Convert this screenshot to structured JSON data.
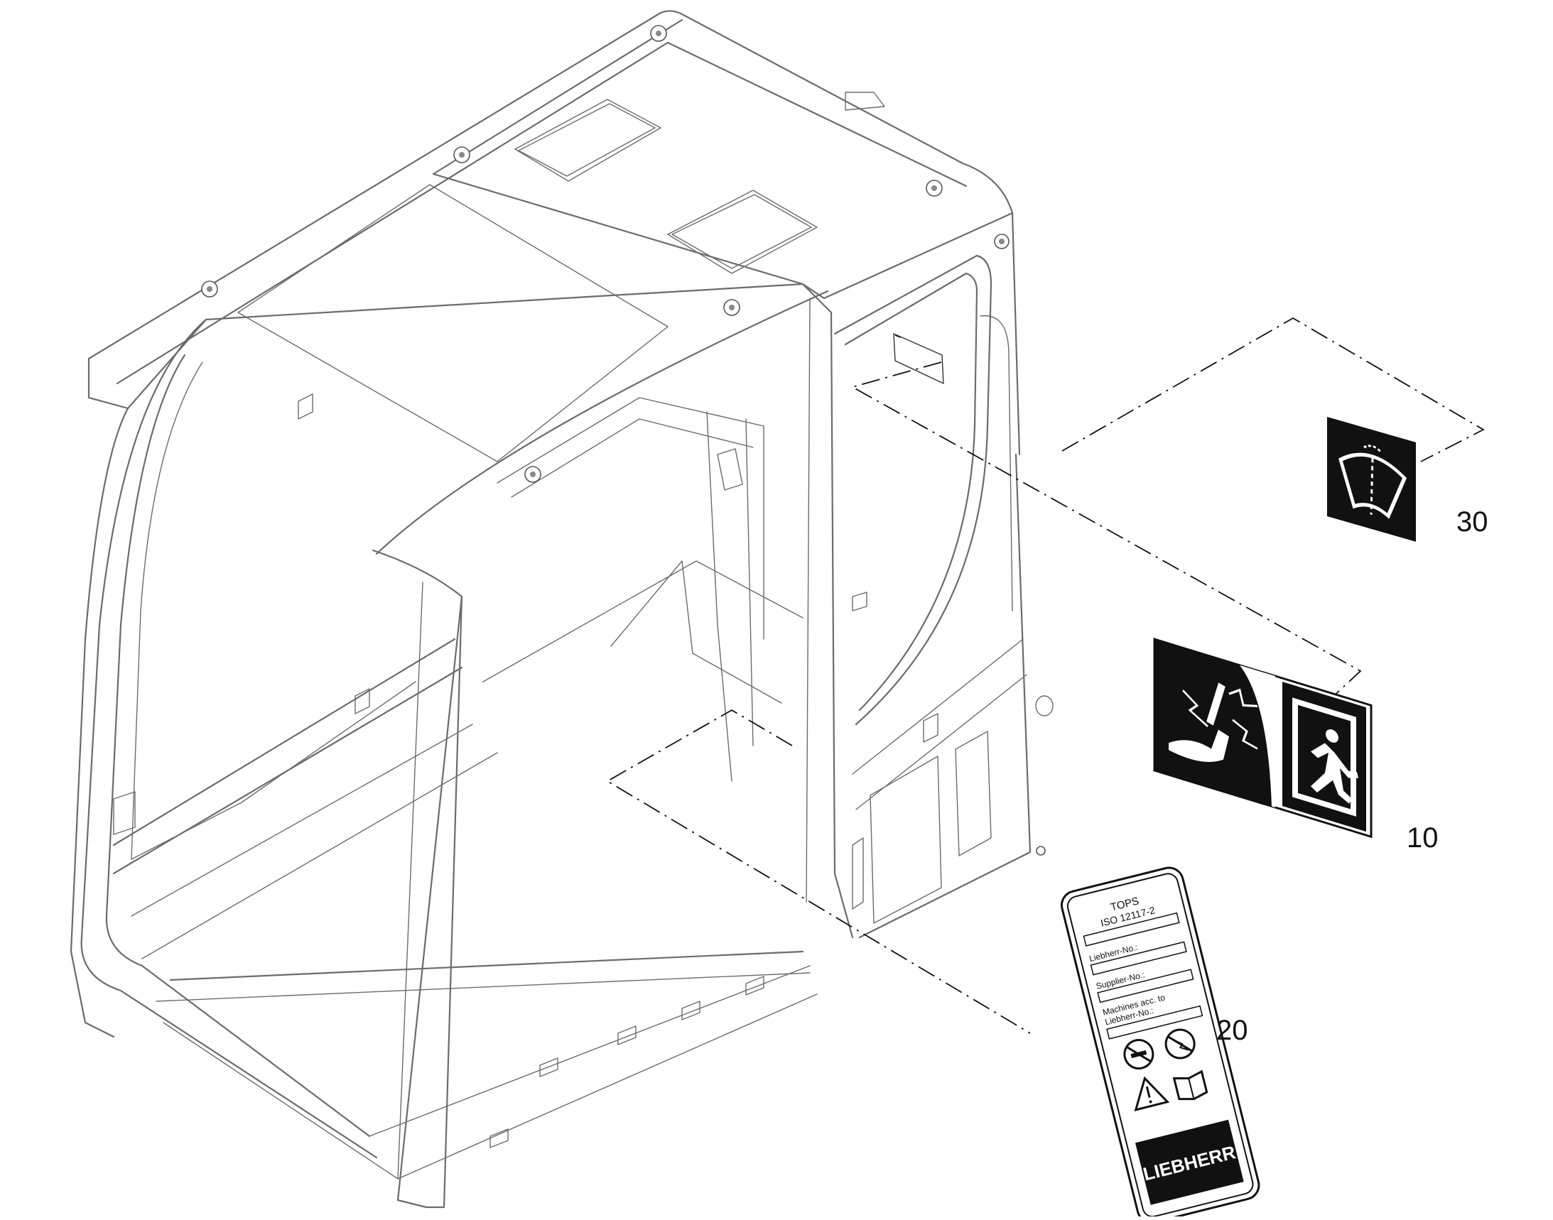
{
  "callouts": [
    {
      "id": "10",
      "label": "10"
    },
    {
      "id": "20",
      "label": "20"
    },
    {
      "id": "30",
      "label": "30"
    }
  ],
  "tops_label": {
    "title": "TOPS",
    "standard": "ISO 12117-2",
    "field_1": "Liebherr-No.:",
    "field_2": "Supplier-No.:",
    "field_3_line_1": "Machines acc. to",
    "field_3_line_2": "Liebherr-No.:",
    "brand": "LIEBHERR"
  },
  "colors": {
    "line": "#6b6b6b",
    "ink": "#111111",
    "paper": "#ffffff"
  },
  "icons": [
    "wiper-icon",
    "electric-shock-hammer-icon",
    "emergency-exit-icon",
    "no-smoking-icon",
    "no-welding-icon",
    "warning-triangle-icon",
    "manual-book-icon"
  ]
}
